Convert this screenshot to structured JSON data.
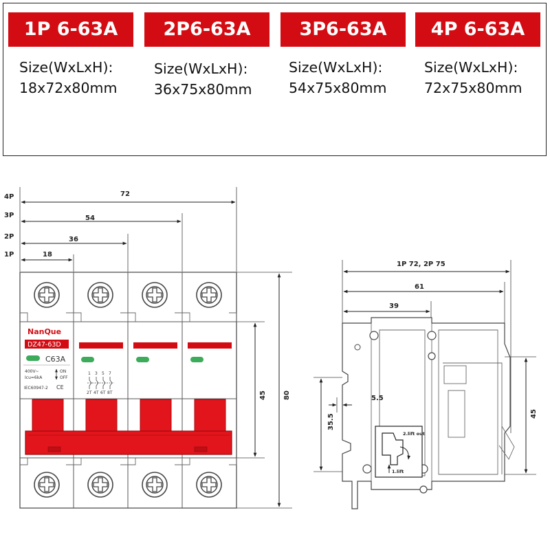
{
  "variants": [
    {
      "badge": "1P 6-63A",
      "size_label": "Size(WxLxH):",
      "size_value": "18x72x80mm"
    },
    {
      "badge": "2P6-63A",
      "size_label": "Size(WxLxH):",
      "size_value": "36x75x80mm"
    },
    {
      "badge": "3P6-63A",
      "size_label": "Size(WxLxH):",
      "size_value": "54x75x80mm"
    },
    {
      "badge": "4P 6-63A",
      "size_label": "Size(WxLxH):",
      "size_value": "72x75x80mm"
    }
  ],
  "front_view": {
    "pole_labels": [
      "4P",
      "3P",
      "2P",
      "1P"
    ],
    "width_dims": [
      "72",
      "54",
      "36",
      "18"
    ],
    "height_dims": [
      "45",
      "80"
    ],
    "brand": "NanQue",
    "model": "DZ47-63D",
    "rating": "C63A",
    "voltage": "400V~",
    "icu": "Icu=6kA",
    "on_label": "ON",
    "off_label": "OFF",
    "standard": "IEC60947-2",
    "ce_mark": "CE",
    "terminal_top": [
      "1",
      "3",
      "5",
      "7"
    ],
    "terminal_bottom": [
      "2T",
      "4T",
      "6T",
      "8T"
    ]
  },
  "side_view": {
    "top_dims": [
      "1P 72, 2P 75",
      "61",
      "39"
    ],
    "left_dims": [
      "5.5",
      "35.5"
    ],
    "right_dim": "45",
    "lift_out": "2.lift out",
    "lift": "1.lift"
  },
  "colors": {
    "accent": "#d20c12",
    "indicator": "#3cab5a",
    "line": "#222222"
  }
}
